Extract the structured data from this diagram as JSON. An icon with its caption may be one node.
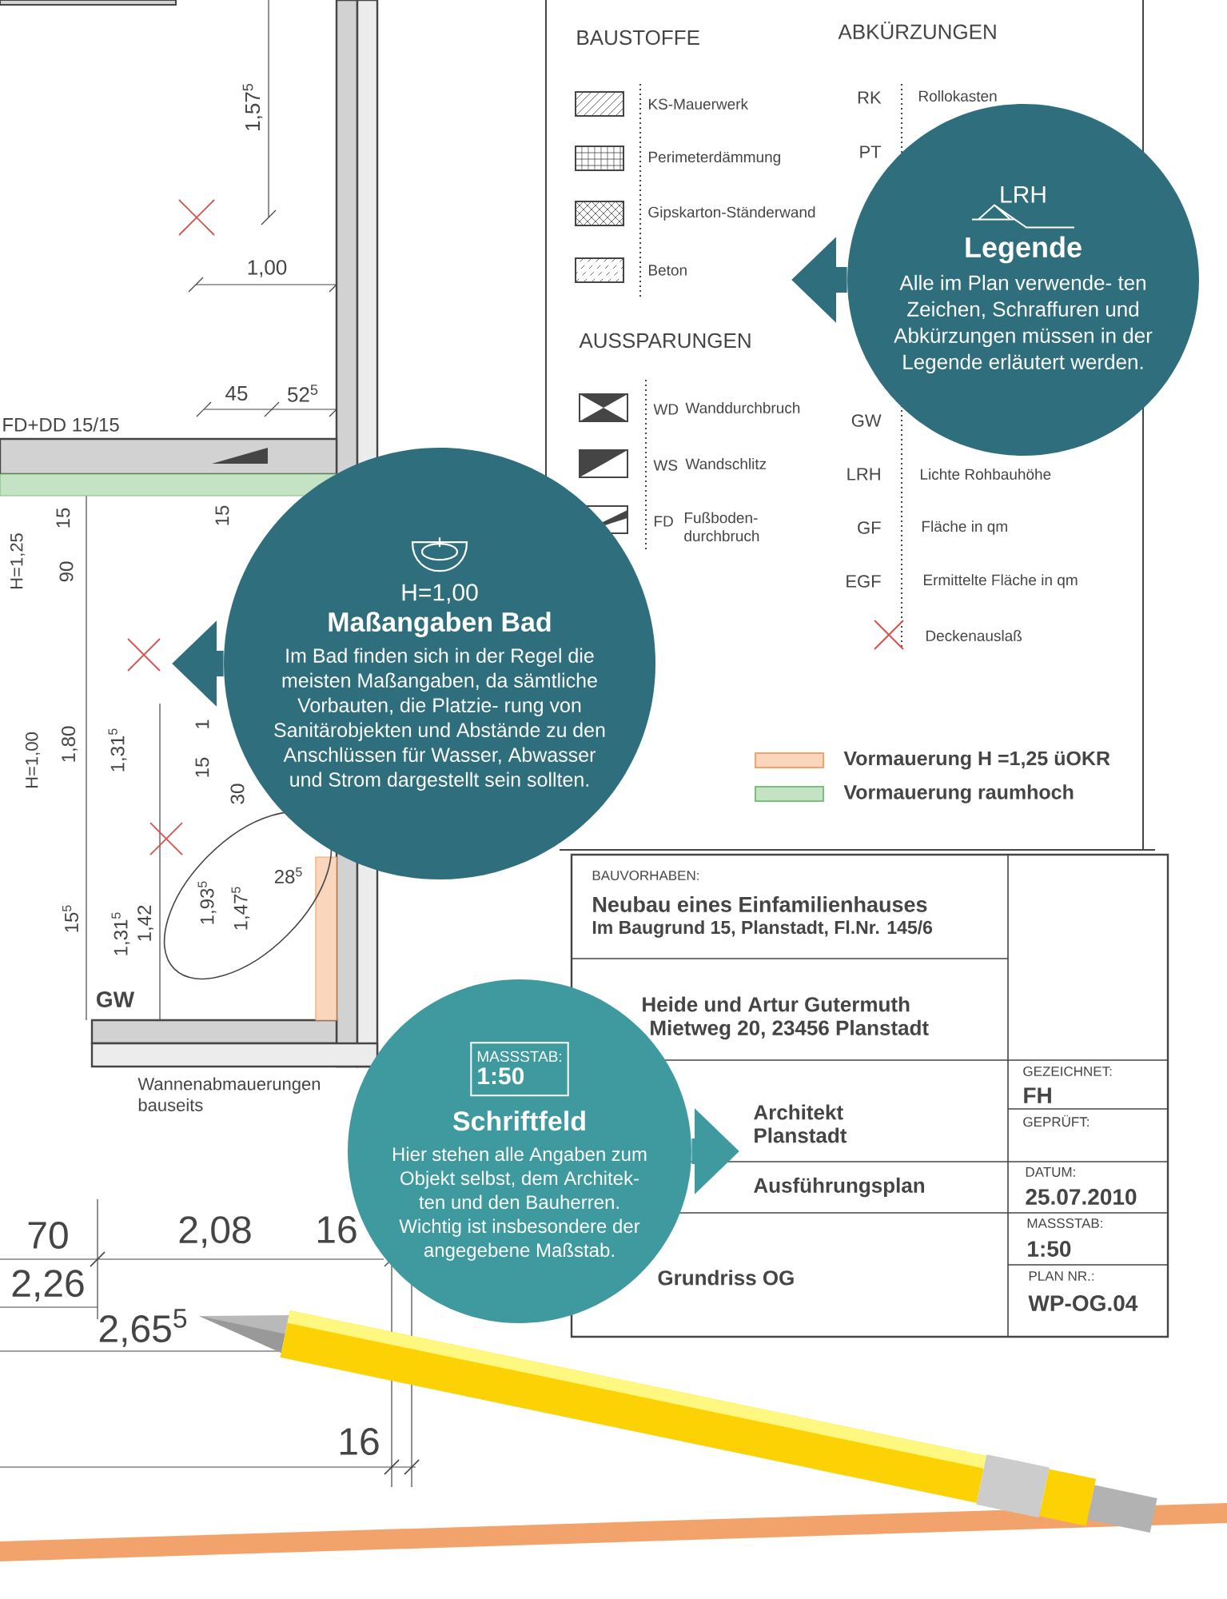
{
  "diagram": {
    "nodes": [
      {
        "text": [
          "LRH",
          "Legende",
          "Alle im Plan verwende- ten Zeichen, Schraffuren und Abkürzungen müssen in der Legende erläutert werden."
        ]
      },
      {
        "text": [
          "H=1,00",
          "Maßangaben Bad",
          "Im Bad finden sich in der Regel die meisten Maßangaben, da sämtliche Vorbauten, die Platzie- rung von Sanitärobjekten und Abstände zu den Anschlüssen für Wasser, Abwasser und Strom dargestellt sein sollten."
        ]
      },
      {
        "text": [
          "MASSSTAB:",
          "1:50",
          "Schriftfeld",
          "Hier stehen alle Angaben zum Objekt selbst, dem Architek- ten und den Bauherren. Wichtig ist insbesondere der angegebene Maßstab."
        ]
      }
    ],
    "edges": [
      {
        "from": 0,
        "to": null,
        "arrow": "to"
      },
      {
        "from": 1,
        "to": null,
        "arrow": "to"
      },
      {
        "from": 2,
        "to": null,
        "arrow": "to",
        "color": "#3e9a9f"
      }
    ],
    "labels": [
      "BAUSTOFFE",
      "ABKÜRZUNGEN",
      "KS-Mauerwerk",
      "Perimeterdämmung",
      "Gipskarton-Ständerwand",
      "Beton",
      "AUSSPARUNGEN",
      "WD",
      "Wanddurchbruch",
      "WS",
      "Wandschlitz",
      "FD",
      "Fußboden- durchbruch",
      "RK",
      "Rollokasten",
      "PT",
      "GW",
      "LRH",
      "Lichte Rohbauhöhe",
      "GF",
      "Fläche in qm",
      "EGF",
      "Ermittelte Fläche in qm",
      "Deckenauslaß",
      "BAUVORHABEN:",
      "Neubau eines Einfamilienhauses",
      "Im Baugrund 15, Planstadt, Fl.Nr. 145/6",
      "Heide und Artur Gutermuth",
      "Mietweg 20, 23456 Planstadt",
      "Architekt",
      "Planstadt",
      "Ausführungsplan",
      "Grundriss OG",
      "GEZEICHNET:",
      "FH",
      "GEPRÜFT:",
      "DATUM:",
      "25.07.2010",
      "MASSSTAB:",
      "1:50",
      "PLAN NR.:",
      "WP-OG.04",
      "1,57$^{5}$",
      "1,00",
      "45",
      "52$^{5}$",
      "FD+DD 15/15",
      "15",
      "H=1,25",
      "90",
      "15",
      "H=1,00",
      "1,80",
      "1,31$^{5}$",
      "1",
      "15",
      "30",
      "15$^{5}$",
      "1,31$^{5}$",
      "1,42",
      "1,93$^{5}$",
      "1,47$^{5}$",
      "28$^{5}$",
      "GW",
      "Wannenabmauerungen bauseits",
      "70",
      "2,08",
      "16",
      "2,26",
      "2,65$^{5}$",
      "16"
    ],
    "legend": [
      {
        "text": "Vormauerung H =1,25 üOKR",
        "color": "#f2a36b"
      },
      {
        "text": "Vormauerung raumhoch",
        "color": "#7cbf7c"
      }
    ]
  }
}
